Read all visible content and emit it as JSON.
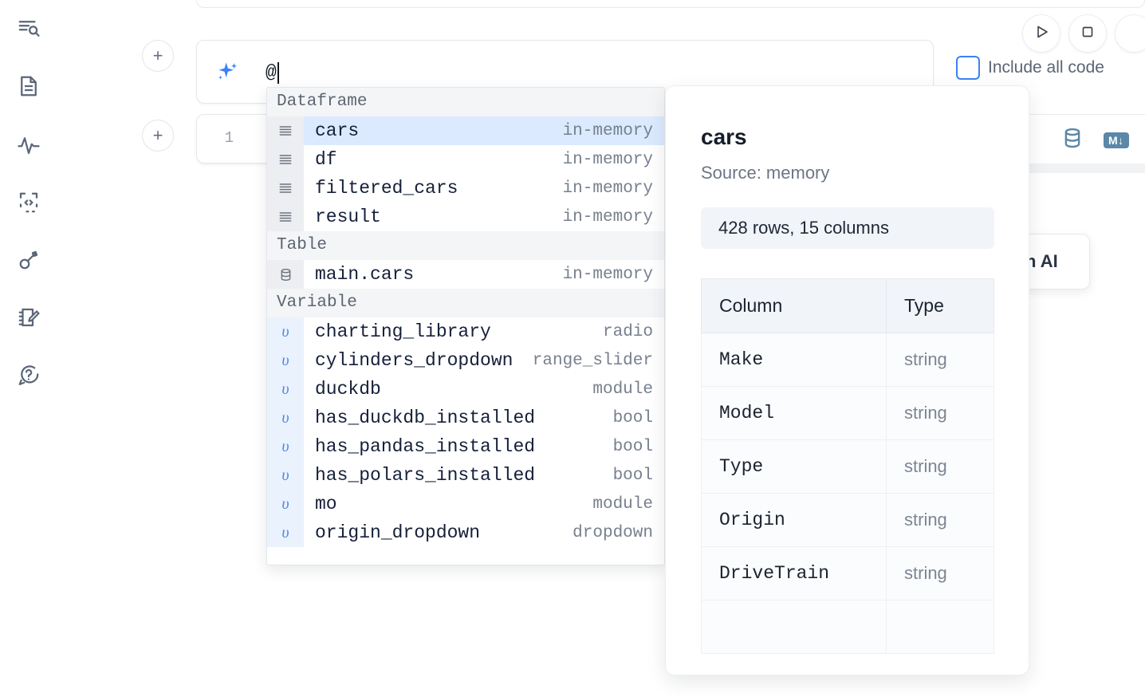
{
  "sidebar": {
    "items": [
      {
        "icon": "file-search-icon",
        "name": "explore"
      },
      {
        "icon": "document-icon",
        "name": "notebook"
      },
      {
        "icon": "activity-pulse-icon",
        "name": "activity"
      },
      {
        "icon": "code-snippet-icon",
        "name": "snippets"
      },
      {
        "icon": "key-icon",
        "name": "secrets"
      },
      {
        "icon": "notebook-edit-icon",
        "name": "scratchpad"
      },
      {
        "icon": "help-chat-icon",
        "name": "help"
      }
    ]
  },
  "editor": {
    "add_cell_label": "+",
    "ai_prompt_value": "@",
    "line_number": "1",
    "sparkle_icon": "ai-sparkle-icon"
  },
  "toolbar": {
    "run_icon": "play-triangle-icon",
    "stop_icon": "stop-square-icon",
    "include_all_code_label": "Include all code",
    "include_all_code_checked": false,
    "database_icon": "database-icon",
    "markdown_badge": "M↓",
    "accent_blue": "#3b82f6",
    "icon_steel": "#5b87a8"
  },
  "ai_card": {
    "label": "h AI"
  },
  "autocomplete": {
    "groups": [
      {
        "label": "Dataframe",
        "icon": "list-rows-icon",
        "kind": "dataframe",
        "items": [
          {
            "name": "cars",
            "type": "in-memory",
            "selected": true
          },
          {
            "name": "df",
            "type": "in-memory",
            "selected": false
          },
          {
            "name": "filtered_cars",
            "type": "in-memory",
            "selected": false
          },
          {
            "name": "result",
            "type": "in-memory",
            "selected": false
          }
        ]
      },
      {
        "label": "Table",
        "icon": "database-icon",
        "kind": "table",
        "items": [
          {
            "name": "main.cars",
            "type": "in-memory",
            "selected": false
          }
        ]
      },
      {
        "label": "Variable",
        "icon": "upsilon-icon",
        "kind": "variable",
        "items": [
          {
            "name": "charting_library",
            "type": "radio",
            "selected": false
          },
          {
            "name": "cylinders_dropdown",
            "type": "range_slider",
            "selected": false
          },
          {
            "name": "duckdb",
            "type": "module",
            "selected": false
          },
          {
            "name": "has_duckdb_installed",
            "type": "bool",
            "selected": false
          },
          {
            "name": "has_pandas_installed",
            "type": "bool",
            "selected": false
          },
          {
            "name": "has_polars_installed",
            "type": "bool",
            "selected": false
          },
          {
            "name": "mo",
            "type": "module",
            "selected": false
          },
          {
            "name": "origin_dropdown",
            "type": "dropdown",
            "selected": false
          }
        ]
      }
    ],
    "selected_bg": "#dbeafe"
  },
  "info_panel": {
    "title": "cars",
    "source": "Source: memory",
    "shape": "428 rows, 15 columns",
    "headers": {
      "column": "Column",
      "type": "Type"
    },
    "rows": [
      {
        "column": "Make",
        "type": "string"
      },
      {
        "column": "Model",
        "type": "string"
      },
      {
        "column": "Type",
        "type": "string"
      },
      {
        "column": "Origin",
        "type": "string"
      },
      {
        "column": "DriveTrain",
        "type": "string"
      }
    ]
  }
}
